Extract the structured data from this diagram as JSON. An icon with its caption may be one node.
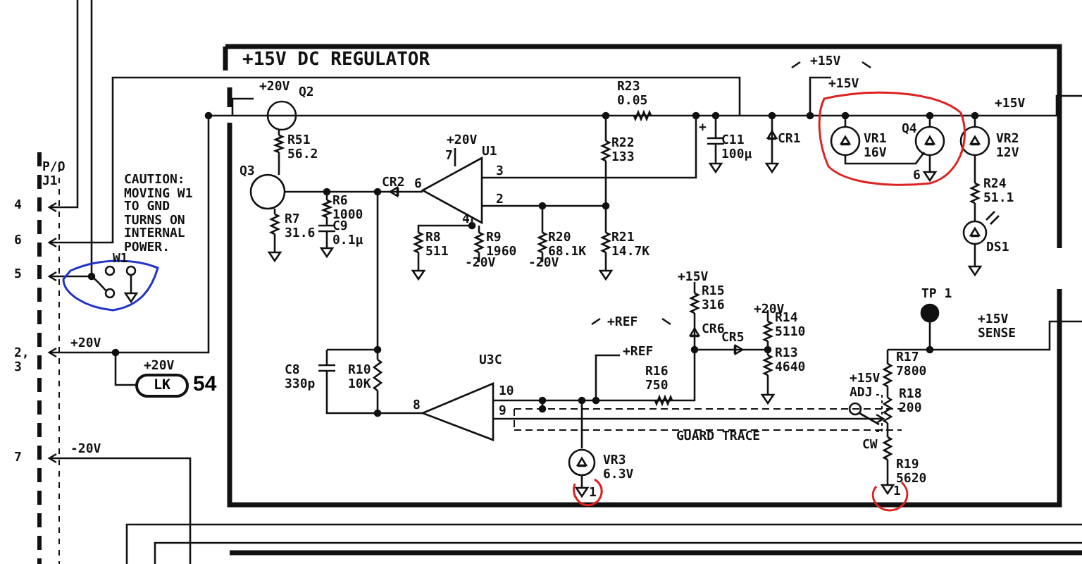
{
  "diagram": {
    "title": "+15V DC REGULATOR",
    "nodes": [
      {
        "text": [
          "LK"
        ],
        "beside": [
          "54"
        ]
      }
    ],
    "labels": [
      "+20V",
      "Q2",
      "P/O J1",
      "CAUTION: MOVING W1 TO GND TURNS ON INTERNAL POWER.",
      "4",
      "6",
      "5",
      "W1",
      "R51 56.2",
      "Q3",
      "R7 31.6",
      "R6 1000",
      "C9 0.1µ",
      "CR2",
      "6",
      "+20V",
      "7",
      "U1",
      "3",
      "2",
      "4",
      "R8 511",
      "R9 1960",
      "-20V",
      "R20 68.1K",
      "-20V",
      "R21 14.7K",
      "R23 0.05",
      "R22 133",
      "+",
      "C11 100µ",
      "CR1",
      "+15V",
      "+15V",
      "VR1 16V",
      "Q4",
      "6",
      "+15V",
      "VR2 12V",
      "R24 51.1",
      "DS1",
      "TP 1",
      "+15V",
      "R15 316",
      "+REF",
      "CR6",
      "+20V",
      "R14 5110",
      "CR5",
      "R13 4640",
      "+REF",
      "R16 750",
      "U3C",
      "10",
      "8",
      "9",
      "GUARD TRACE",
      "VR3 6.3V",
      "1",
      "+15V SENSE",
      "R17 7800",
      "+15V ADJ",
      "R18 200",
      "CW",
      "R19 5620",
      "1",
      "C8 330p",
      "R10 10K",
      "2, 3",
      "+20V",
      "+20V",
      "-20V",
      "7"
    ]
  }
}
